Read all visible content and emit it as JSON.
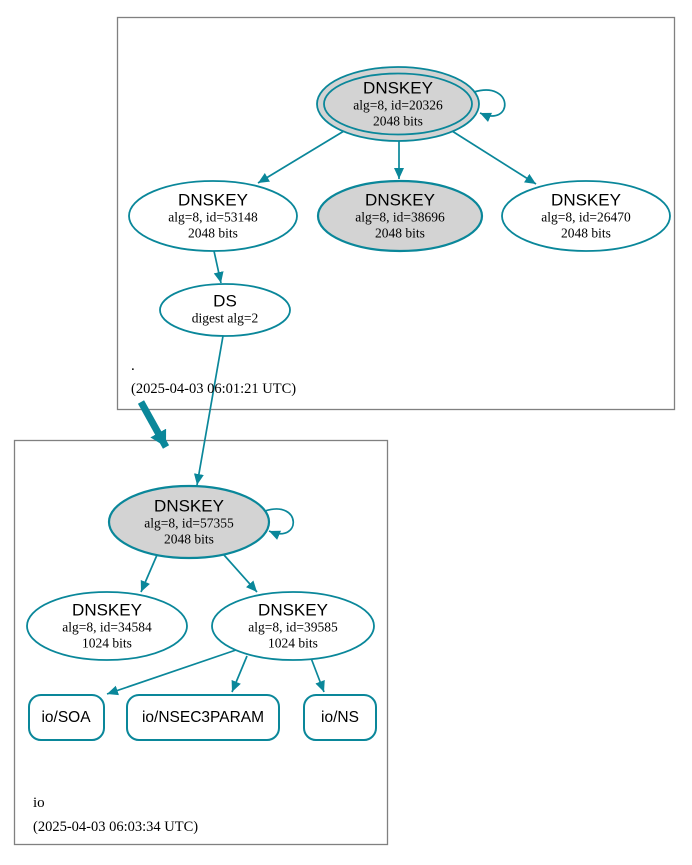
{
  "colors": {
    "edge_teal": "#0a879a",
    "ksk_fill": "#d3d3d3",
    "node_fill": "#ffffff",
    "cluster_border": "#808080",
    "text": "#000000"
  },
  "clusters": {
    "root": {
      "label": ".",
      "timestamp": "(2025-04-03 06:01:21 UTC)"
    },
    "io": {
      "label": "io",
      "timestamp": "(2025-04-03 06:03:34 UTC)"
    }
  },
  "nodes": {
    "root_ksk_20326": {
      "title": "DNSKEY",
      "detail": "alg=8, id=20326",
      "bits": "2048 bits"
    },
    "root_zsk_53148": {
      "title": "DNSKEY",
      "detail": "alg=8, id=53148",
      "bits": "2048 bits"
    },
    "root_key_38696": {
      "title": "DNSKEY",
      "detail": "alg=8, id=38696",
      "bits": "2048 bits"
    },
    "root_key_26470": {
      "title": "DNSKEY",
      "detail": "alg=8, id=26470",
      "bits": "2048 bits"
    },
    "root_ds": {
      "title": "DS",
      "detail": "digest alg=2"
    },
    "io_ksk_57355": {
      "title": "DNSKEY",
      "detail": "alg=8, id=57355",
      "bits": "2048 bits"
    },
    "io_zsk_34584": {
      "title": "DNSKEY",
      "detail": "alg=8, id=34584",
      "bits": "1024 bits"
    },
    "io_zsk_39585": {
      "title": "DNSKEY",
      "detail": "alg=8, id=39585",
      "bits": "1024 bits"
    },
    "io_soa": {
      "label": "io/SOA"
    },
    "io_nsec3param": {
      "label": "io/NSEC3PARAM"
    },
    "io_ns": {
      "label": "io/NS"
    }
  }
}
